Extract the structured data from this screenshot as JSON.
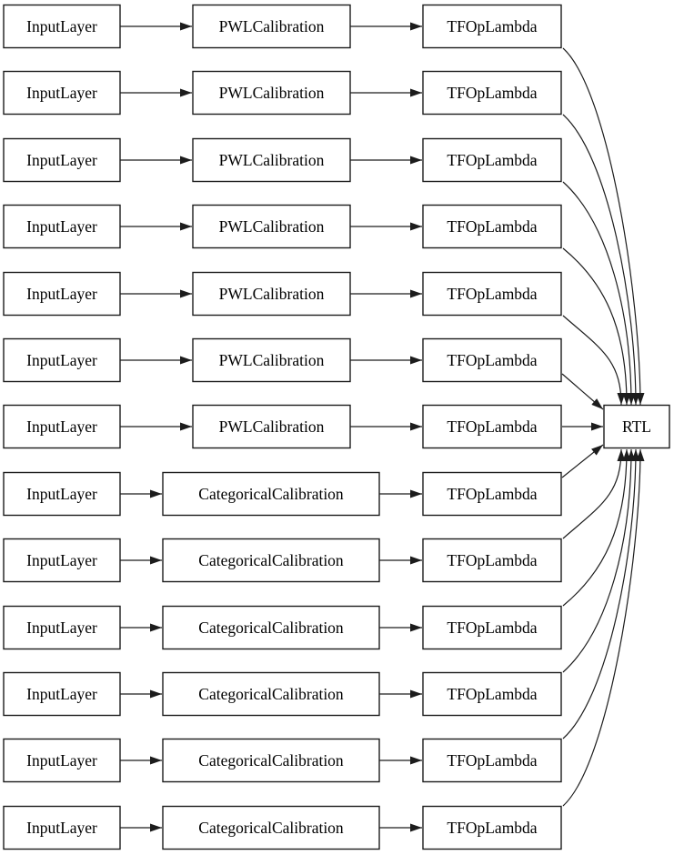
{
  "diagram": {
    "title": "keras-model-graph",
    "rtl_label": "RTL",
    "rows": [
      {
        "input": "InputLayer",
        "calibration": "PWLCalibration",
        "lambda": "TFOpLambda"
      },
      {
        "input": "InputLayer",
        "calibration": "PWLCalibration",
        "lambda": "TFOpLambda"
      },
      {
        "input": "InputLayer",
        "calibration": "PWLCalibration",
        "lambda": "TFOpLambda"
      },
      {
        "input": "InputLayer",
        "calibration": "PWLCalibration",
        "lambda": "TFOpLambda"
      },
      {
        "input": "InputLayer",
        "calibration": "PWLCalibration",
        "lambda": "TFOpLambda"
      },
      {
        "input": "InputLayer",
        "calibration": "PWLCalibration",
        "lambda": "TFOpLambda"
      },
      {
        "input": "InputLayer",
        "calibration": "PWLCalibration",
        "lambda": "TFOpLambda"
      },
      {
        "input": "InputLayer",
        "calibration": "CategoricalCalibration",
        "lambda": "TFOpLambda"
      },
      {
        "input": "InputLayer",
        "calibration": "CategoricalCalibration",
        "lambda": "TFOpLambda"
      },
      {
        "input": "InputLayer",
        "calibration": "CategoricalCalibration",
        "lambda": "TFOpLambda"
      },
      {
        "input": "InputLayer",
        "calibration": "CategoricalCalibration",
        "lambda": "TFOpLambda"
      },
      {
        "input": "InputLayer",
        "calibration": "CategoricalCalibration",
        "lambda": "TFOpLambda"
      },
      {
        "input": "InputLayer",
        "calibration": "CategoricalCalibration",
        "lambda": "TFOpLambda"
      }
    ]
  },
  "colors": {
    "bg": "#ffffff",
    "node-fill": "#ffffff",
    "node-border": "#1c1c1c",
    "edge": "#1c1c1c",
    "text": "#000000"
  }
}
